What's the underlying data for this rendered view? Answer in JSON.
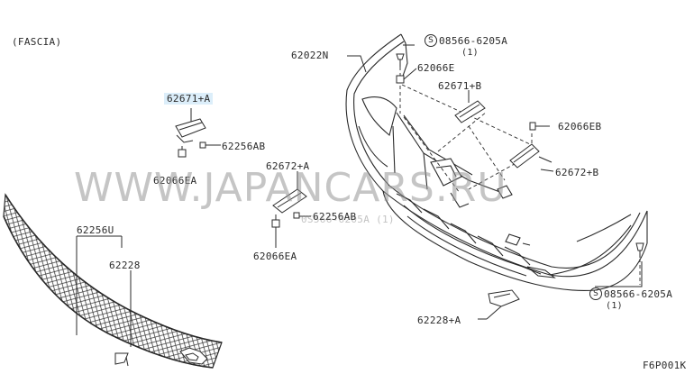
{
  "section_title": "(FASCIA)",
  "watermark": "WWW.JAPANCARS.RU",
  "figure_id": "F6P001K",
  "colors": {
    "line": "#2a2a2a",
    "highlight": "#dceefa",
    "leader": "#d8d8d8"
  },
  "callouts": {
    "p62671_a": "62671+A",
    "p62256ab_1": "62256AB",
    "p62066ea_1": "62066EA",
    "p62672_a": "62672+A",
    "p62256ab_2": "62256AB",
    "p62066ea_2": "62066EA",
    "p62256u": "62256U",
    "p62228": "62228",
    "p62022n": "62022N",
    "bolt_top": "08566-6205A",
    "bolt_top_qty": "(1)",
    "p62066e": "62066E",
    "p62671_b": "62671+B",
    "p62066eb": "62066EB",
    "p62672_b": "62672+B",
    "bolt_bottom": "08566-6205A",
    "bolt_bottom_qty": "(1)",
    "p62228_a": "62228+A",
    "ghost_text": "0S566-6205A (1)"
  },
  "badge_symbol": "S"
}
